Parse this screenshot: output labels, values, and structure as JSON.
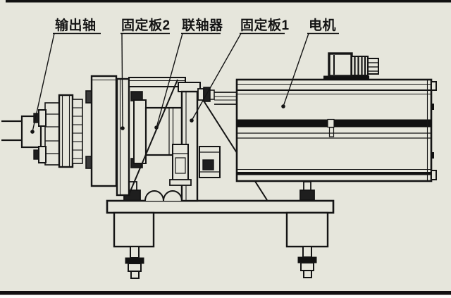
{
  "diagram": {
    "type": "mechanical-assembly-engineering-drawing",
    "callouts": [
      {
        "id": "output-shaft",
        "text": "输出轴"
      },
      {
        "id": "fixed-plate-2",
        "text": "固定板2"
      },
      {
        "id": "coupling",
        "text": "联轴器"
      },
      {
        "id": "fixed-plate-1",
        "text": "固定板1"
      },
      {
        "id": "motor",
        "text": "电机"
      }
    ]
  },
  "colors": {
    "background": "#e6e6dc",
    "line": "#141414",
    "frame": "#111111",
    "hardware_dark": "#1e1e1e"
  }
}
